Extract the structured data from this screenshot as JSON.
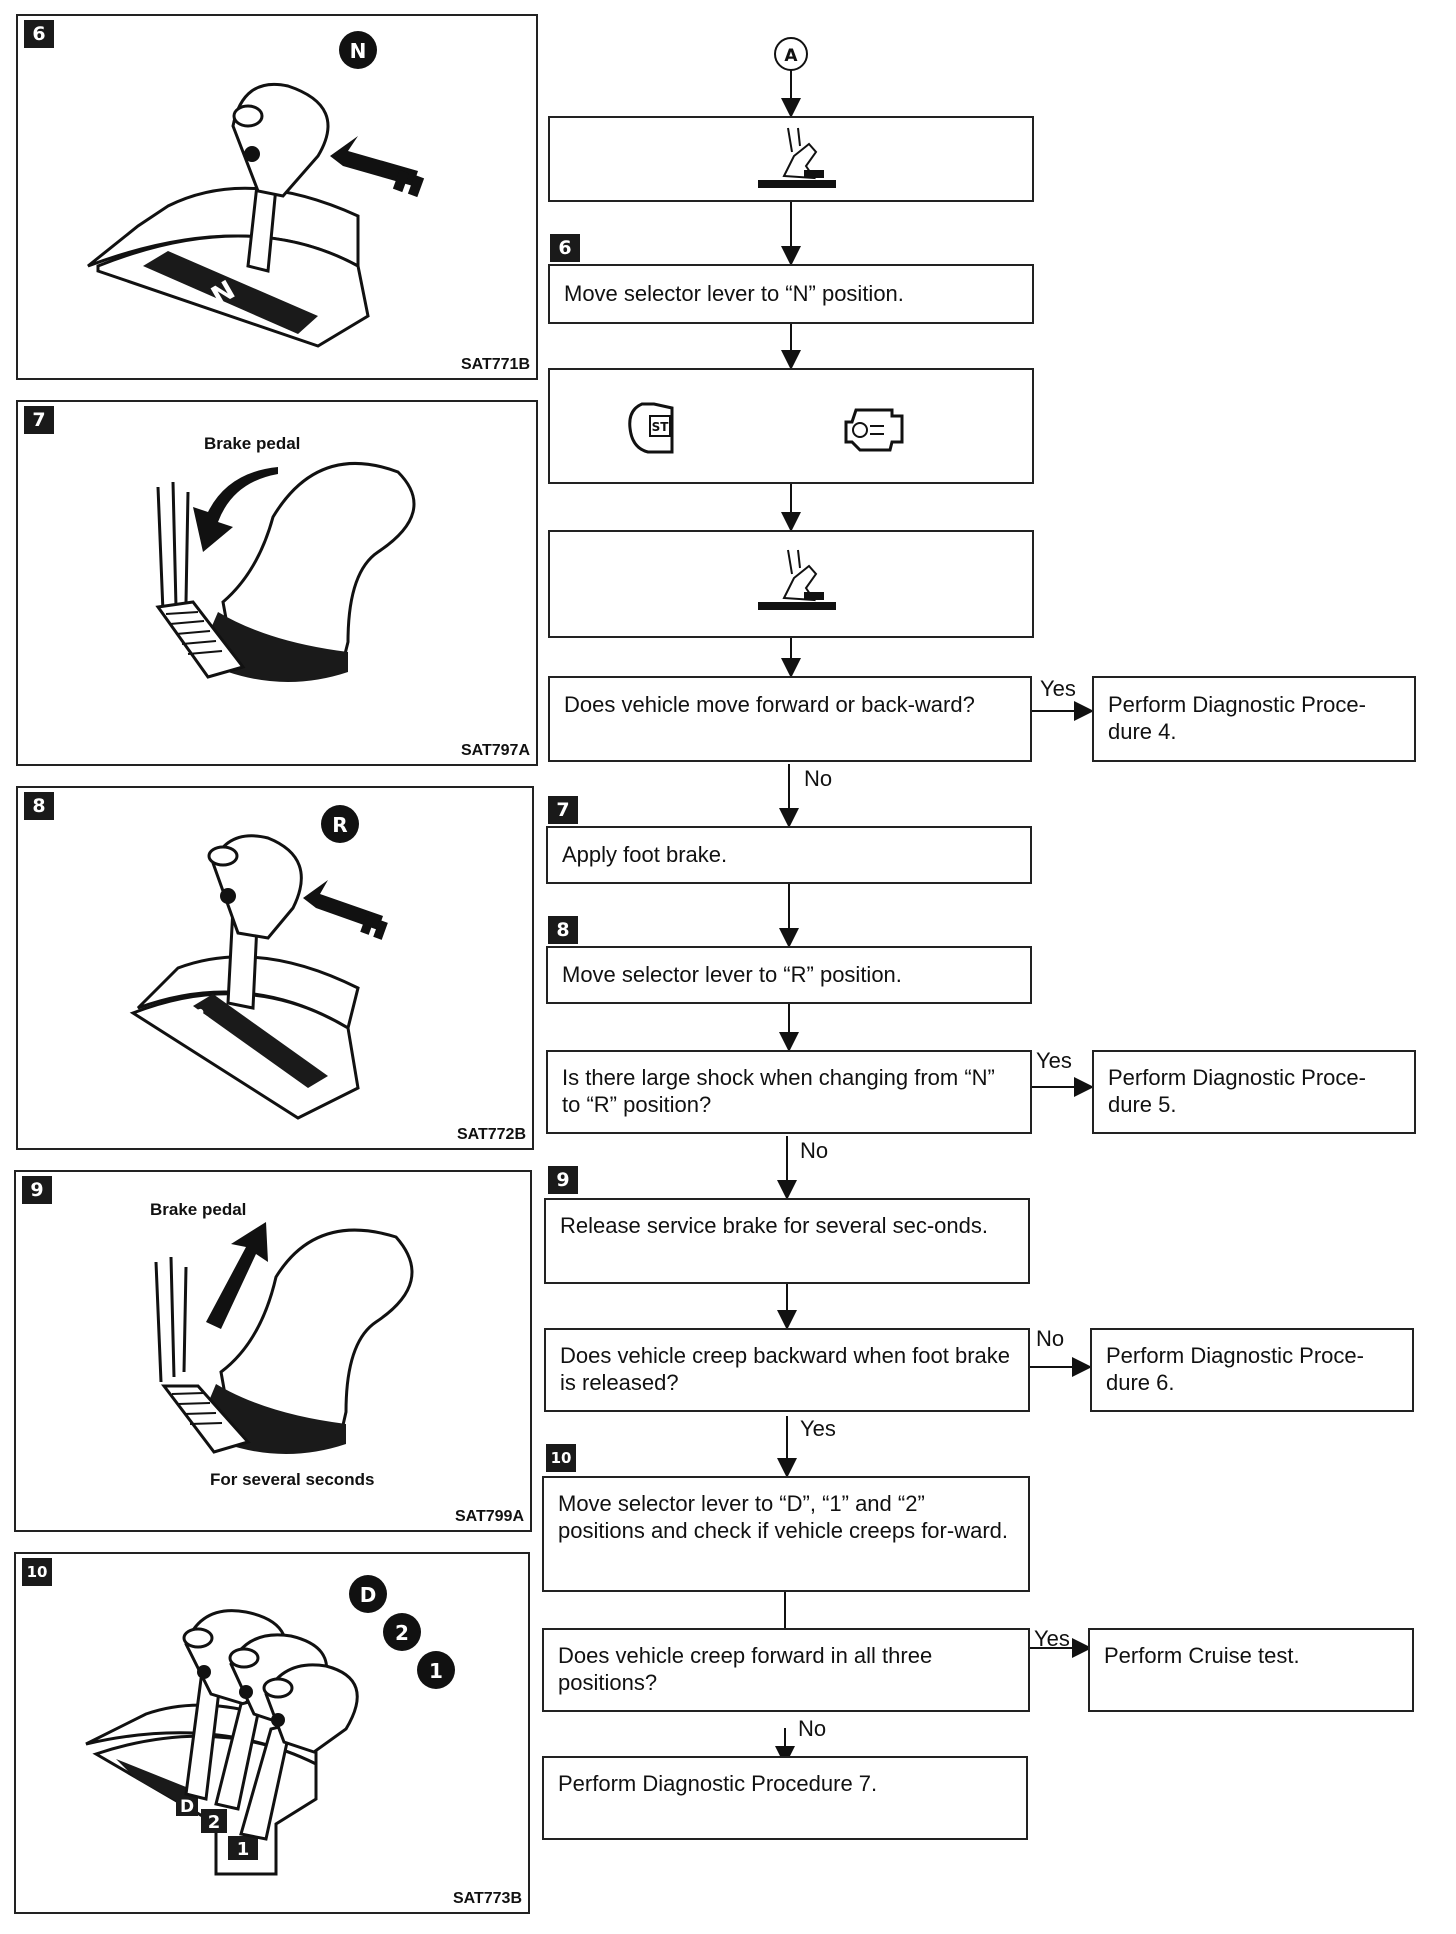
{
  "panels": [
    {
      "step": "6",
      "code": "SAT771B",
      "position_letter": "N"
    },
    {
      "step": "7",
      "code": "SAT797A",
      "caption": "Brake pedal"
    },
    {
      "step": "8",
      "code": "SAT772B",
      "position_letter": "R"
    },
    {
      "step": "9",
      "code": "SAT799A",
      "caption": "Brake pedal",
      "caption2": "For several seconds"
    },
    {
      "step": "10",
      "code": "SAT773B",
      "letters": [
        "D",
        "2",
        "1"
      ]
    }
  ],
  "flow": {
    "connector": "A",
    "boxes": {
      "b6": "Move selector lever to “N” position.",
      "q1": "Does vehicle move forward or back-ward?",
      "r1": "Perform Diagnostic Proce-dure 4.",
      "b7": "Apply foot brake.",
      "b8": "Move selector lever to “R” position.",
      "q2": "Is there large shock when changing from “N” to “R” position?",
      "r2": "Perform Diagnostic Proce-dure 5.",
      "b9": "Release service brake for several sec-onds.",
      "q3": "Does vehicle creep backward when foot brake is released?",
      "r3": "Perform Diagnostic Proce-dure 6.",
      "b10": "Move selector lever to “D”, “1” and “2” positions and check if vehicle creeps for-ward.",
      "q4": "Does vehicle creep forward in all three positions?",
      "r4": "Perform Cruise test.",
      "r5": "Perform Diagnostic Procedure 7."
    },
    "steps": {
      "s6": "6",
      "s7": "7",
      "s8": "8",
      "s9": "9",
      "s10": "10"
    },
    "labels": {
      "yes": "Yes",
      "no": "No"
    },
    "icons": [
      "foot-on-brake-icon",
      "ignition-start-icon",
      "engine-icon"
    ]
  }
}
